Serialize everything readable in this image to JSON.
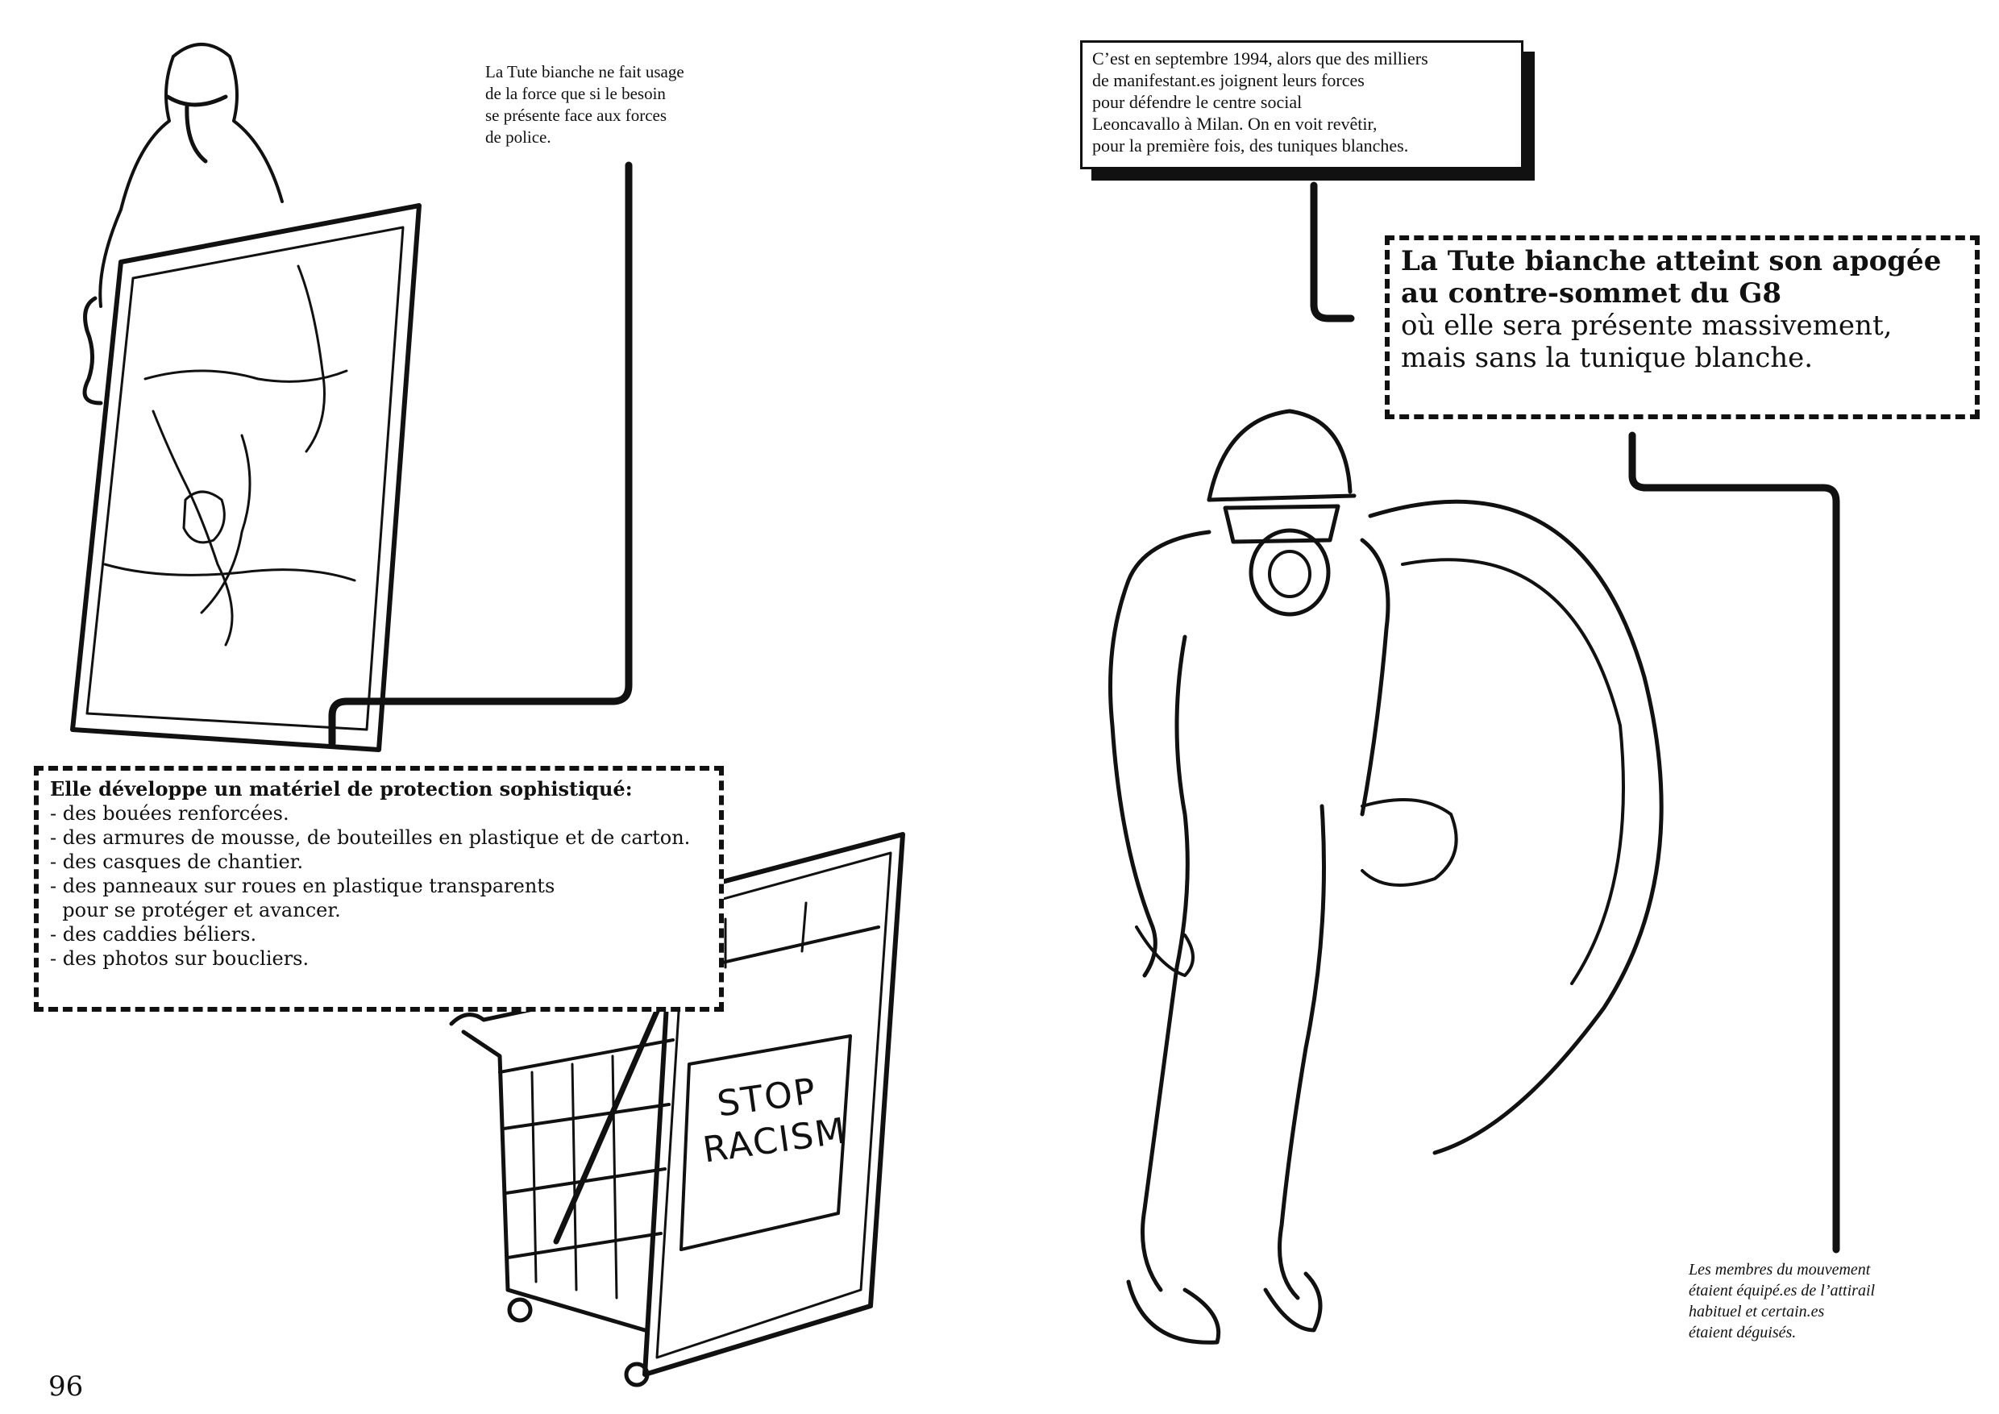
{
  "page_number": "96",
  "left_page": {
    "intro_note": [
      "La Tute bianche ne fait usage",
      "de la force que si le besoin",
      "se présente face aux forces",
      "de police."
    ],
    "equipment_box": {
      "heading": "Elle développe un matériel de protection sophistiqué:",
      "items": [
        "- des bouées renforcées.",
        "- des armures de mousse, de bouteilles en plastique et de carton.",
        "- des casques de chantier.",
        "- des panneaux sur roues en plastique transparents",
        "  pour se protéger et avancer.",
        "- des caddies béliers.",
        "- des photos sur boucliers."
      ]
    },
    "sign_text": [
      "STOP",
      "RACISM"
    ]
  },
  "right_page": {
    "history_box": [
      "C’est en septembre 1994, alors que des milliers",
      "de manifestant.es joignent leurs forces",
      "pour défendre le centre social",
      "Leoncavallo à Milan. On en voit revêtir,",
      "pour la première fois, des tuniques blanches."
    ],
    "g8_box": {
      "bold_lines": [
        "La Tute bianche atteint son apogée",
        "au contre-sommet du G8"
      ],
      "lines": [
        "où elle sera présente massivement,",
        "mais sans la tunique blanche."
      ]
    },
    "caption": [
      "Les membres du mouvement",
      "étaient équipé.es de l’attirail",
      "habituel et certain.es",
      "étaient déguisés."
    ]
  },
  "icons": [
    "figure-with-shield-illustration",
    "shopping-cart-shield-illustration",
    "figure-with-inflatable-tube-illustration"
  ]
}
